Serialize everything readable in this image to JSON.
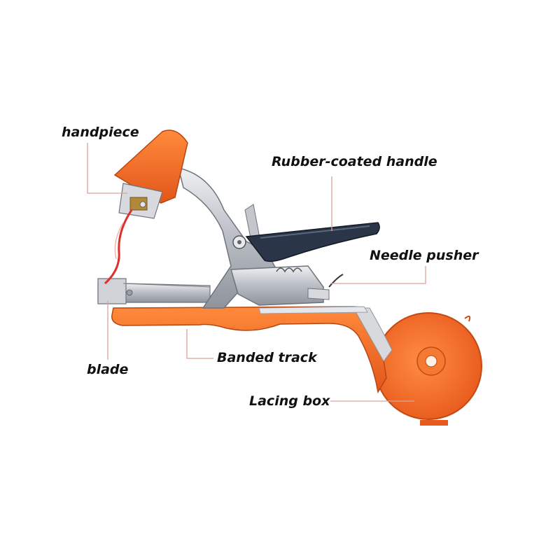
{
  "labels": {
    "handpiece": "handpiece",
    "rubber_coated_handle": "Rubber-coated handle",
    "needle_pusher": "Needle pusher",
    "blade": "blade",
    "banded_track": "Banded track",
    "lacing_box": "Lacing box"
  },
  "colors": {
    "plastic_orange": "#f46a22",
    "steel": "#c9ccd2",
    "grip_navy": "#2b3548",
    "leader_line": "#d9a39a",
    "tape_red": "#e0302a"
  }
}
